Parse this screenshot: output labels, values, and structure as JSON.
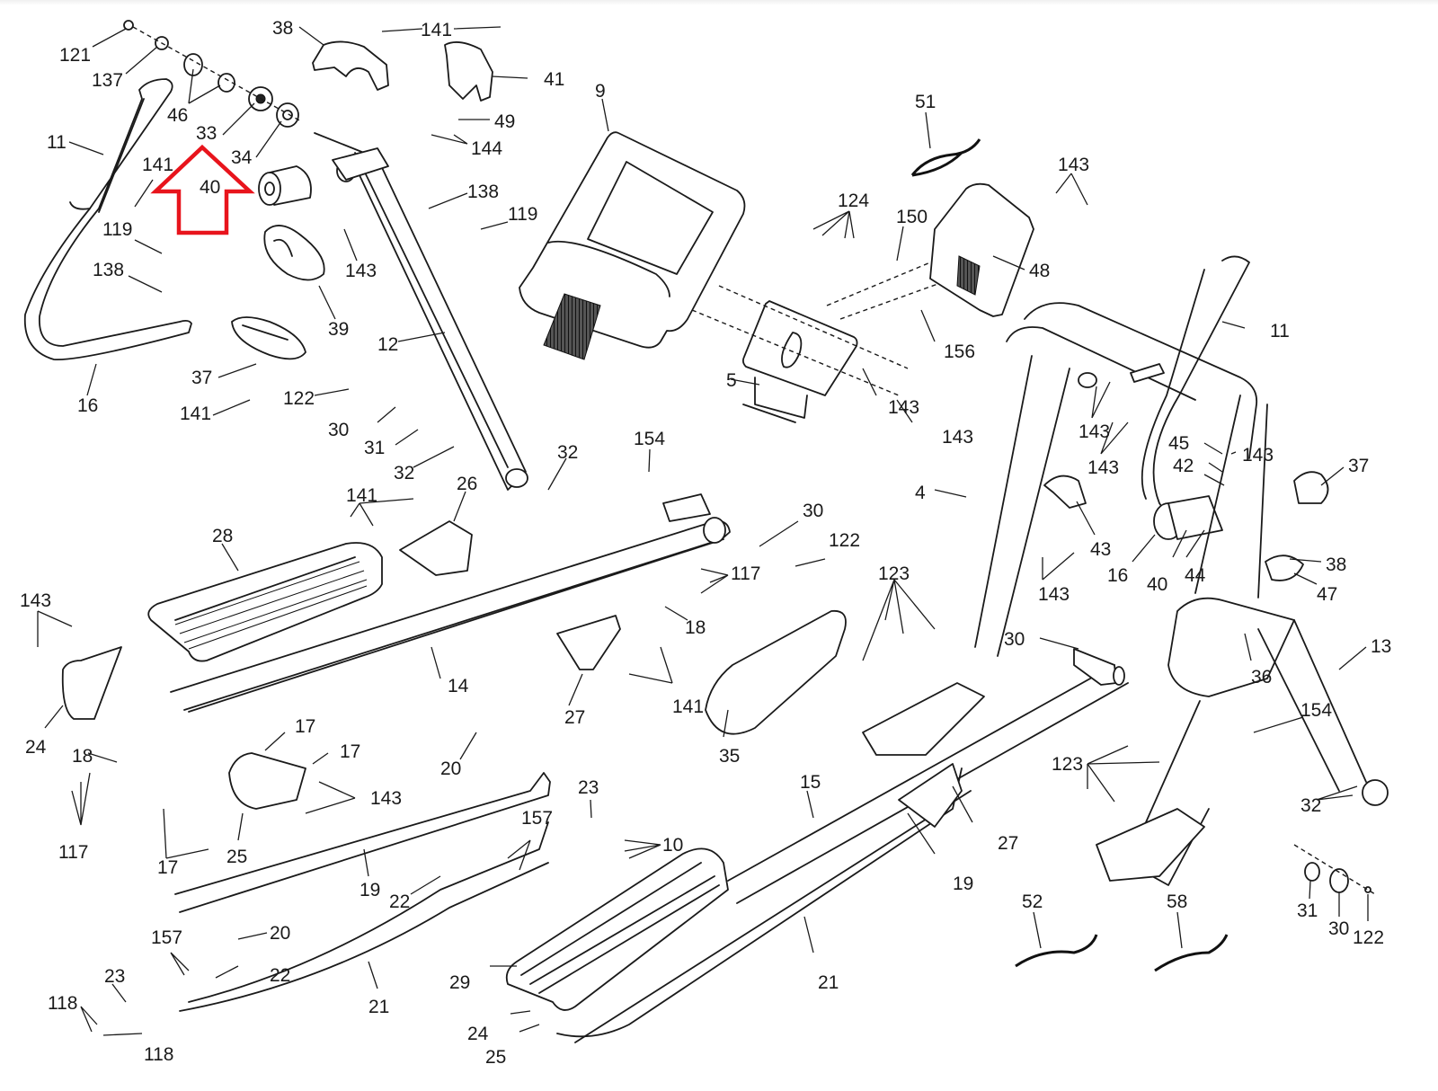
{
  "title": "Elliptical exploded parts diagram",
  "highlight": {
    "shape": "up-arrow",
    "color": "#e8141c",
    "points_to_part": "33",
    "encloses_label": "40"
  },
  "labels": [
    {
      "id": "l121",
      "text": "121"
    },
    {
      "id": "l137",
      "text": "137"
    },
    {
      "id": "l46",
      "text": "46"
    },
    {
      "id": "l33",
      "text": "33"
    },
    {
      "id": "l34",
      "text": "34"
    },
    {
      "id": "l11a",
      "text": "11"
    },
    {
      "id": "l141a",
      "text": "141"
    },
    {
      "id": "l40a",
      "text": "40"
    },
    {
      "id": "l119a",
      "text": "119"
    },
    {
      "id": "l138a",
      "text": "138"
    },
    {
      "id": "l16a",
      "text": "16"
    },
    {
      "id": "l37a",
      "text": "37"
    },
    {
      "id": "l141b",
      "text": "141"
    },
    {
      "id": "l38a",
      "text": "38"
    },
    {
      "id": "l39",
      "text": "39"
    },
    {
      "id": "l143a",
      "text": "143"
    },
    {
      "id": "l141c",
      "text": "141"
    },
    {
      "id": "l41",
      "text": "41"
    },
    {
      "id": "l49",
      "text": "49"
    },
    {
      "id": "l144",
      "text": "144"
    },
    {
      "id": "l138b",
      "text": "138"
    },
    {
      "id": "l119b",
      "text": "119"
    },
    {
      "id": "l12",
      "text": "12"
    },
    {
      "id": "l122a",
      "text": "122"
    },
    {
      "id": "l30a",
      "text": "30"
    },
    {
      "id": "l31a",
      "text": "31"
    },
    {
      "id": "l32a",
      "text": "32"
    },
    {
      "id": "l32b",
      "text": "32"
    },
    {
      "id": "l9",
      "text": "9"
    },
    {
      "id": "l51",
      "text": "51"
    },
    {
      "id": "l124",
      "text": "124"
    },
    {
      "id": "l150",
      "text": "150"
    },
    {
      "id": "l143b",
      "text": "143"
    },
    {
      "id": "l48",
      "text": "48"
    },
    {
      "id": "l156",
      "text": "156"
    },
    {
      "id": "l5",
      "text": "5"
    },
    {
      "id": "l143c",
      "text": "143"
    },
    {
      "id": "l143d",
      "text": "143"
    },
    {
      "id": "l154a",
      "text": "154"
    },
    {
      "id": "l141d",
      "text": "141"
    },
    {
      "id": "l26",
      "text": "26"
    },
    {
      "id": "l28",
      "text": "28"
    },
    {
      "id": "l30b",
      "text": "30"
    },
    {
      "id": "l122b",
      "text": "122"
    },
    {
      "id": "l117a",
      "text": "117"
    },
    {
      "id": "l18a",
      "text": "18"
    },
    {
      "id": "l14",
      "text": "14"
    },
    {
      "id": "l27a",
      "text": "27"
    },
    {
      "id": "l141e",
      "text": "141"
    },
    {
      "id": "l143e",
      "text": "143"
    },
    {
      "id": "l24a",
      "text": "24"
    },
    {
      "id": "l18b",
      "text": "18"
    },
    {
      "id": "l117b",
      "text": "117"
    },
    {
      "id": "l17a",
      "text": "17"
    },
    {
      "id": "l17b",
      "text": "17"
    },
    {
      "id": "l143f",
      "text": "143"
    },
    {
      "id": "l17c",
      "text": "17"
    },
    {
      "id": "l25a",
      "text": "25"
    },
    {
      "id": "l20a",
      "text": "20"
    },
    {
      "id": "l19a",
      "text": "19"
    },
    {
      "id": "l157a",
      "text": "157"
    },
    {
      "id": "l22a",
      "text": "22"
    },
    {
      "id": "l23a",
      "text": "23"
    },
    {
      "id": "l10",
      "text": "10"
    },
    {
      "id": "l20b",
      "text": "20"
    },
    {
      "id": "l157b",
      "text": "157"
    },
    {
      "id": "l22b",
      "text": "22"
    },
    {
      "id": "l23b",
      "text": "23"
    },
    {
      "id": "l118a",
      "text": "118"
    },
    {
      "id": "l118b",
      "text": "118"
    },
    {
      "id": "l21a",
      "text": "21"
    },
    {
      "id": "l35",
      "text": "35"
    },
    {
      "id": "l15",
      "text": "15"
    },
    {
      "id": "l27b",
      "text": "27"
    },
    {
      "id": "l19b",
      "text": "19"
    },
    {
      "id": "l29",
      "text": "29"
    },
    {
      "id": "l24b",
      "text": "24"
    },
    {
      "id": "l25b",
      "text": "25"
    },
    {
      "id": "l21b",
      "text": "21"
    },
    {
      "id": "l4",
      "text": "4"
    },
    {
      "id": "l123a",
      "text": "123"
    },
    {
      "id": "l43",
      "text": "43"
    },
    {
      "id": "l143g",
      "text": "143"
    },
    {
      "id": "l11b",
      "text": "11"
    },
    {
      "id": "l143h",
      "text": "143"
    },
    {
      "id": "l143i",
      "text": "143"
    },
    {
      "id": "l45",
      "text": "45"
    },
    {
      "id": "l143j",
      "text": "143"
    },
    {
      "id": "l42",
      "text": "42"
    },
    {
      "id": "l37b",
      "text": "37"
    },
    {
      "id": "l16b",
      "text": "16"
    },
    {
      "id": "l40b",
      "text": "40"
    },
    {
      "id": "l44",
      "text": "44"
    },
    {
      "id": "l38b",
      "text": "38"
    },
    {
      "id": "l47",
      "text": "47"
    },
    {
      "id": "l30c",
      "text": "30"
    },
    {
      "id": "l36",
      "text": "36"
    },
    {
      "id": "l13",
      "text": "13"
    },
    {
      "id": "l154b",
      "text": "154"
    },
    {
      "id": "l123b",
      "text": "123"
    },
    {
      "id": "l32c",
      "text": "32"
    },
    {
      "id": "l31b",
      "text": "31"
    },
    {
      "id": "l30d",
      "text": "30"
    },
    {
      "id": "l122c",
      "text": "122"
    },
    {
      "id": "l52",
      "text": "52"
    },
    {
      "id": "l58",
      "text": "58"
    }
  ]
}
